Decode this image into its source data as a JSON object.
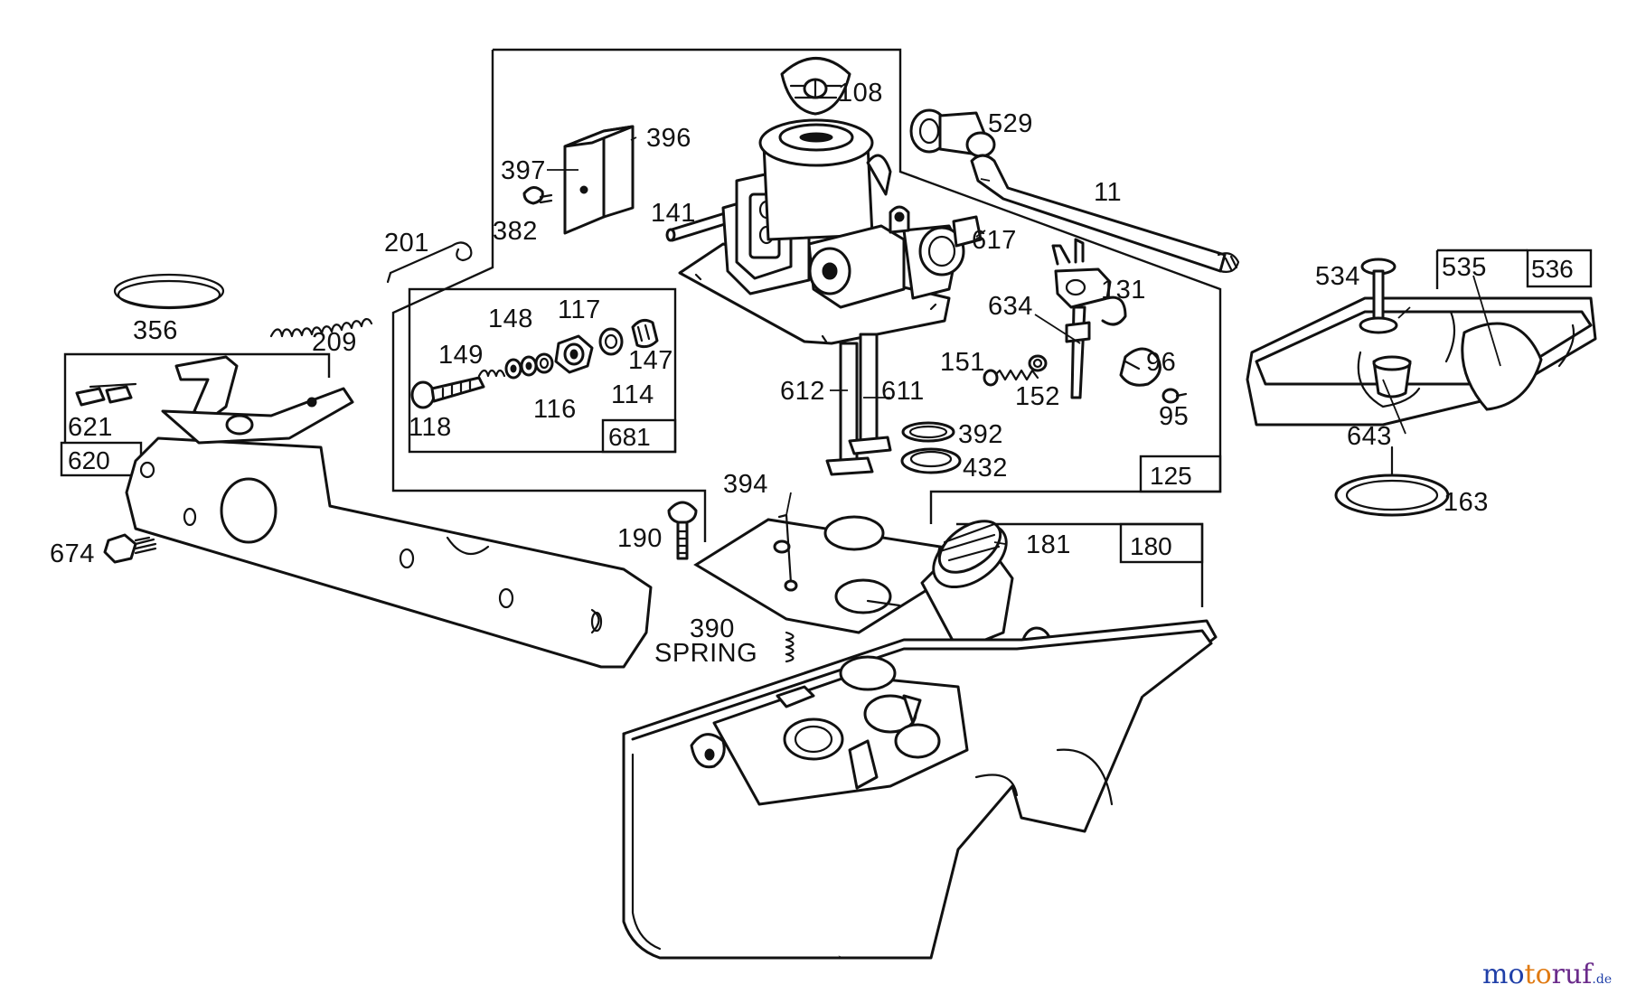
{
  "labels": {
    "p11": "11",
    "p95": "95",
    "p96": "96",
    "p108": "108",
    "p114": "114",
    "p116": "116",
    "p117": "117",
    "p118": "118",
    "p131": "131",
    "p141": "141",
    "p147": "147",
    "p148": "148",
    "p149": "149",
    "p151": "151",
    "p152": "152",
    "p163": "163",
    "p181": "181",
    "p190": "190",
    "p201": "201",
    "p209": "209",
    "p356": "356",
    "p382": "382",
    "p390": "390",
    "spring": "SPRING",
    "p392": "392",
    "p394": "394",
    "p396": "396",
    "p397": "397",
    "p432": "432",
    "p529": "529",
    "p534": "534",
    "p535": "535",
    "p611": "611",
    "p612": "612",
    "p617": "617",
    "p621": "621",
    "p634": "634",
    "p643": "643",
    "p674": "674"
  },
  "boxes": {
    "b125": "125",
    "b180": "180",
    "b536": "536",
    "b620": "620",
    "b681": "681"
  },
  "watermark": {
    "brand_a": "mo",
    "brand_b": "to",
    "brand_c": "ruf",
    "suffix": ".de"
  },
  "colors": {
    "ink": "#111111",
    "watermark_blue": "#1f3fa8",
    "watermark_orange": "#e07a12",
    "watermark_purple": "#6a2a8a"
  }
}
